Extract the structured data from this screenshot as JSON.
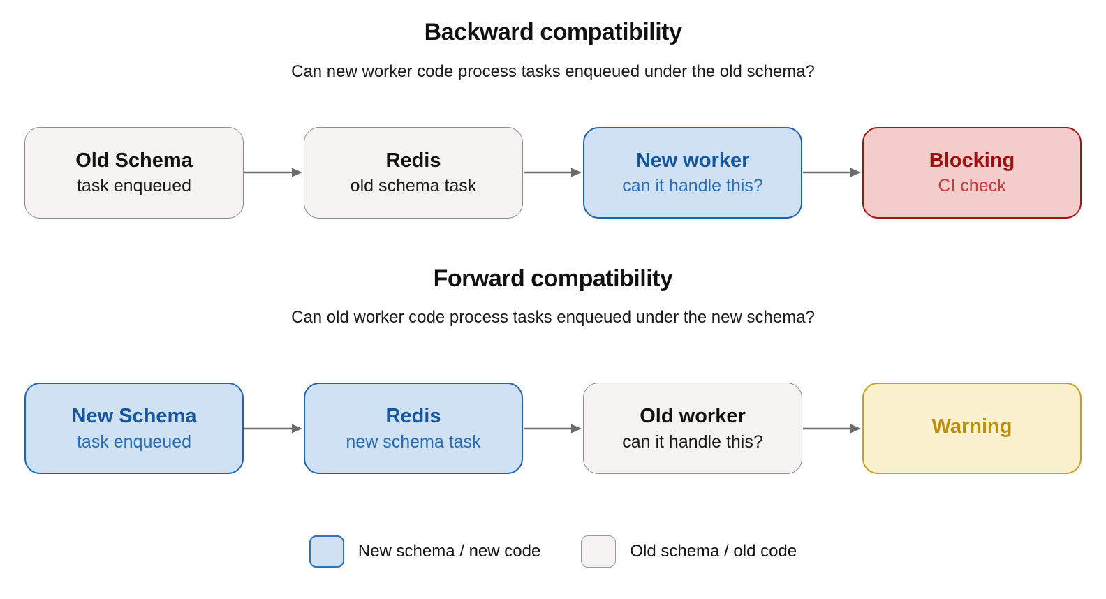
{
  "sections": [
    {
      "title": "Backward compatibility",
      "subtitle": "Can new worker code process tasks enqueued under the old schema?",
      "nodes": [
        {
          "title": "Old Schema",
          "subtitle": "task enqueued",
          "style": "old"
        },
        {
          "title": "Redis",
          "subtitle": "old schema task",
          "style": "old"
        },
        {
          "title": "New worker",
          "subtitle": "can it handle this?",
          "style": "new"
        },
        {
          "title": "Blocking",
          "subtitle": "CI check",
          "style": "blocking"
        }
      ]
    },
    {
      "title": "Forward compatibility",
      "subtitle": "Can old worker code process tasks enqueued under the new schema?",
      "nodes": [
        {
          "title": "New Schema",
          "subtitle": "task enqueued",
          "style": "new"
        },
        {
          "title": "Redis",
          "subtitle": "new schema task",
          "style": "new"
        },
        {
          "title": "Old worker",
          "subtitle": "can it handle this?",
          "style": "old"
        },
        {
          "title": "Warning",
          "subtitle": "",
          "style": "warning"
        }
      ]
    }
  ],
  "legend": {
    "items": [
      {
        "label": "New schema / new code",
        "style": "new"
      },
      {
        "label": "Old schema / old code",
        "style": "old"
      }
    ]
  },
  "colors": {
    "background": "#ffffff",
    "old_fill": "#f4f3f1",
    "old_border": "#8c8c8c",
    "old_text": "#111111",
    "new_fill": "#cfe1f3",
    "new_border": "#1f64ab",
    "new_title": "#15569c",
    "new_subtext": "#2b6cb0",
    "blocking_fill": "#f3cccc",
    "blocking_border": "#a51212",
    "blocking_title": "#9e0f0f",
    "blocking_subtext": "#c23b3b",
    "warning_fill": "#fcf1cf",
    "warning_border": "#c99c1c",
    "warning_text": "#bd8e0a",
    "arrow": "#6b6b6b"
  }
}
